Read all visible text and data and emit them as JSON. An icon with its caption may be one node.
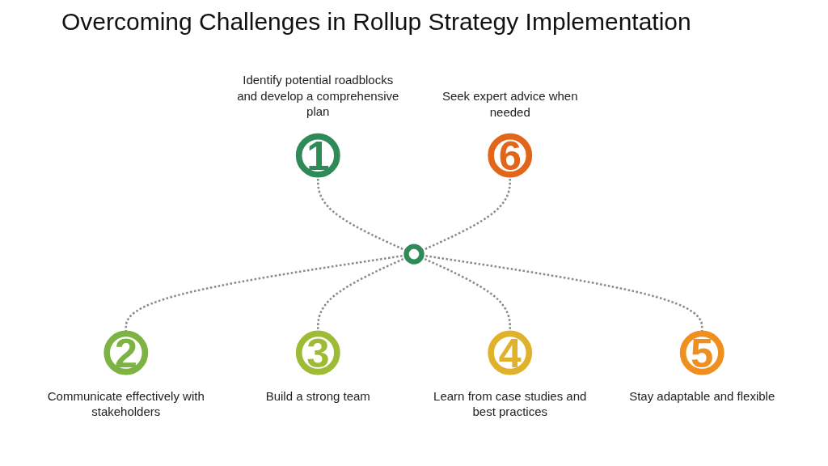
{
  "diagram": {
    "title": "Overcoming Challenges in Rollup Strategy Implementation",
    "nodes": [
      {
        "text": [
          "1"
        ],
        "beside": [
          "Identify potential roadblocks and develop a comprehensive plan"
        ]
      },
      {
        "text": [
          "2"
        ],
        "beside": [
          "Communicate effectively with stakeholders"
        ]
      },
      {
        "text": [
          "3"
        ],
        "beside": [
          "Build a strong team"
        ]
      },
      {
        "text": [
          "4"
        ],
        "beside": [
          "Learn from case studies and best practices"
        ]
      },
      {
        "text": [
          "5"
        ],
        "beside": [
          "Stay adaptable and flexible"
        ]
      },
      {
        "text": [
          "6"
        ],
        "beside": [
          "Seek expert advice when needed"
        ]
      },
      {
        "text": [],
        "shape": "circle"
      }
    ],
    "edges": [
      {
        "from": 0,
        "to": 6,
        "arrow": "none",
        "style": "dashed"
      },
      {
        "from": 6,
        "to": 1,
        "arrow": "none",
        "style": "dashed"
      },
      {
        "from": 6,
        "to": 2,
        "arrow": "none",
        "style": "dashed"
      },
      {
        "from": 6,
        "to": 3,
        "arrow": "none",
        "style": "dashed"
      },
      {
        "from": 6,
        "to": 4,
        "arrow": "none",
        "style": "dashed"
      },
      {
        "from": 5,
        "to": 6,
        "arrow": "none",
        "style": "dashed"
      }
    ]
  }
}
